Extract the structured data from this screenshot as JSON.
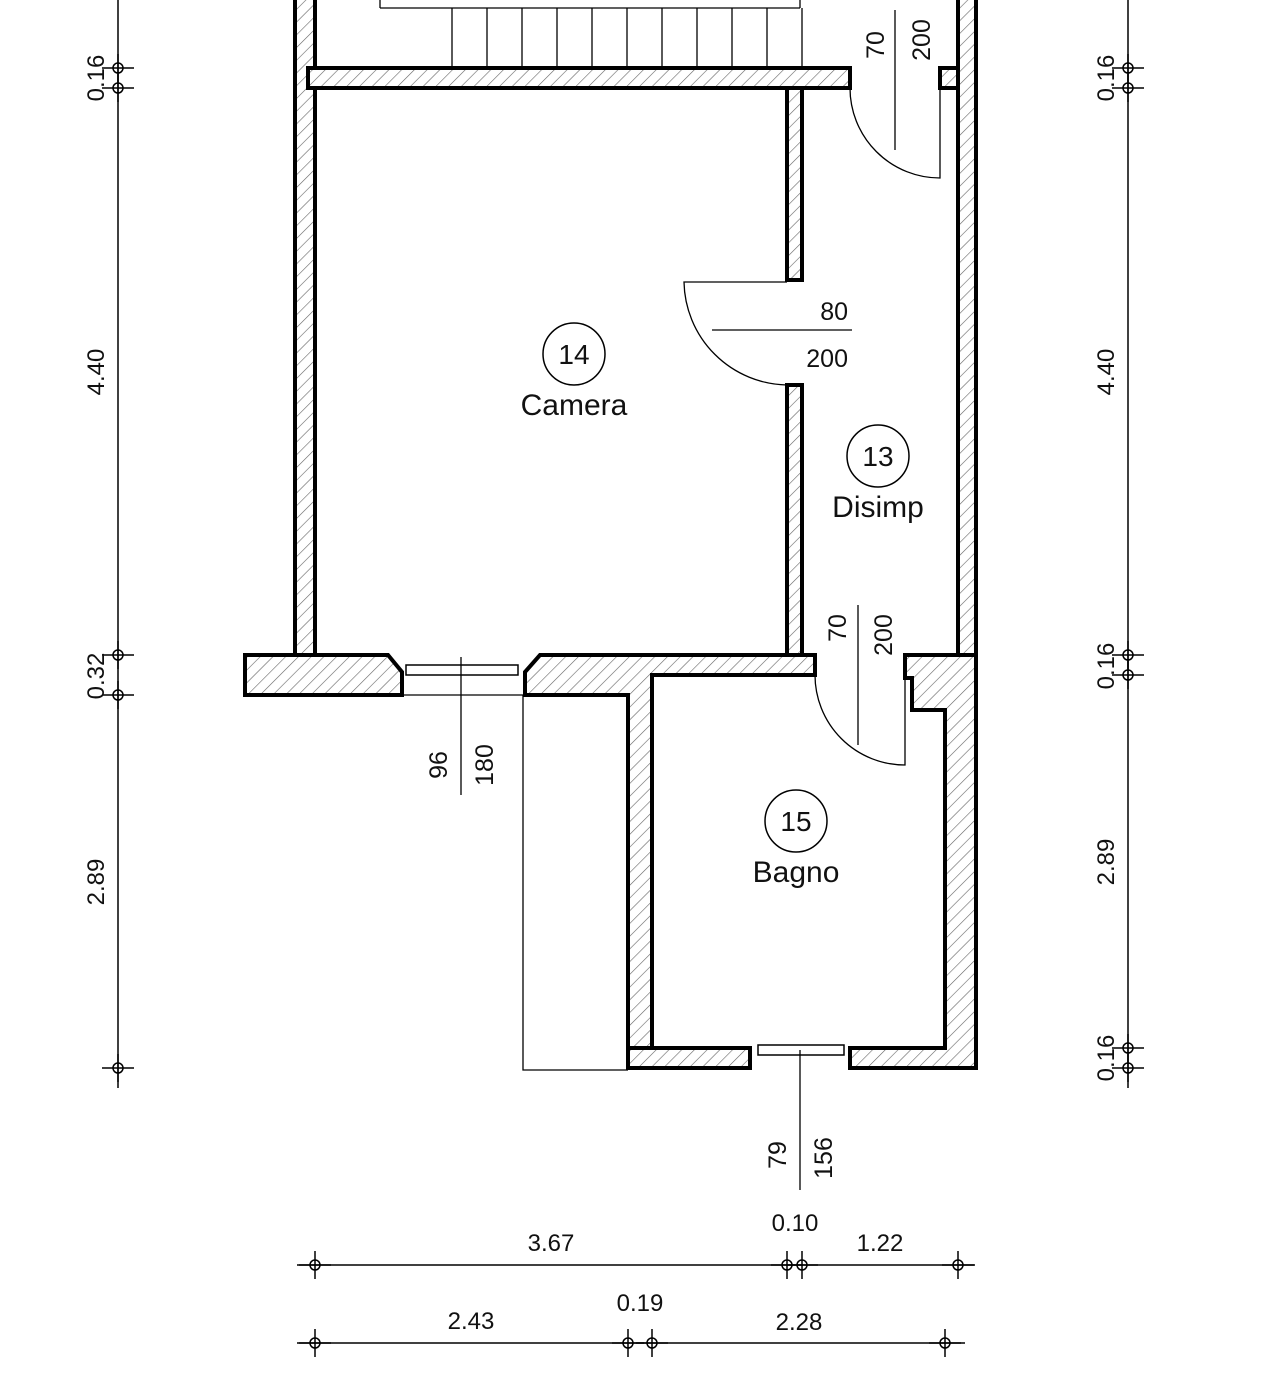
{
  "rooms": [
    {
      "number": "14",
      "name": "Camera"
    },
    {
      "number": "13",
      "name": "Disimp"
    },
    {
      "number": "15",
      "name": "Bagno"
    }
  ],
  "doors": [
    {
      "width": "70",
      "height": "200"
    },
    {
      "width": "80",
      "height": "200"
    },
    {
      "width": "70",
      "height": "200"
    }
  ],
  "windows": [
    {
      "width": "96",
      "height": "180"
    },
    {
      "width": "79",
      "height": "156"
    }
  ],
  "dimensions": {
    "left": [
      "0.16",
      "4.40",
      "0.32",
      "2.89"
    ],
    "right": [
      "0.16",
      "4.40",
      "0.16",
      "2.89",
      "0.16"
    ],
    "bottom_row1": [
      "3.67",
      "0.10",
      "1.22"
    ],
    "bottom_row2": [
      "2.43",
      "0.19",
      "2.28"
    ]
  },
  "colors": {
    "line": "#000000",
    "background": "#ffffff"
  }
}
